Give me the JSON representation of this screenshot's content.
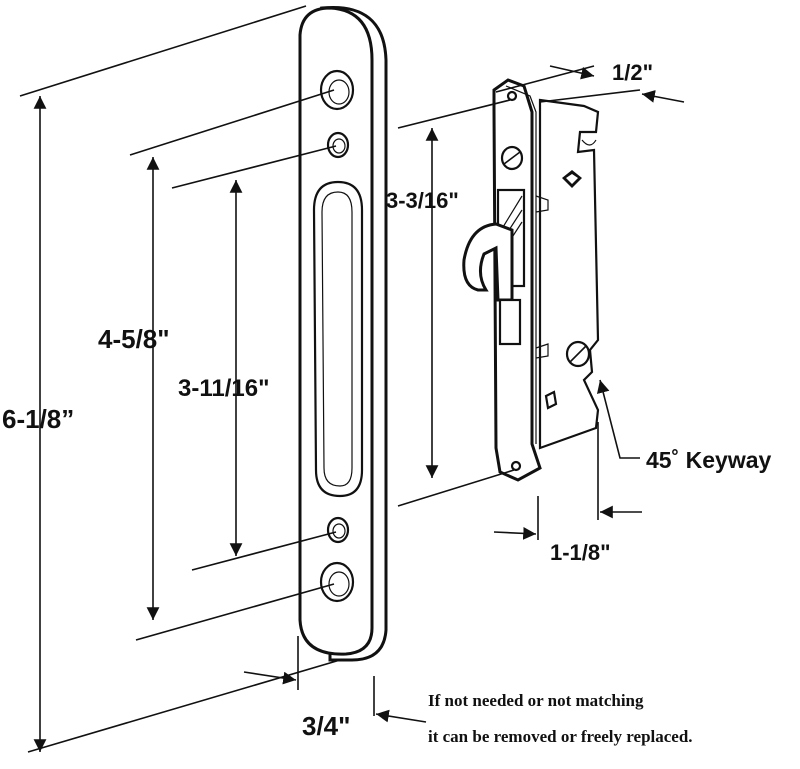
{
  "dimensions": {
    "overall_height": "6-1/8”",
    "hole_spacing_outer": "4-5/8\"",
    "hole_spacing_inner": "3-11/16\"",
    "plate_width": "3/4\"",
    "latch_height": "3-3/16\"",
    "latch_thickness": "1/2\"",
    "latch_depth": "1-1/8\""
  },
  "callouts": {
    "keyway": "45˚ Keyway"
  },
  "note": {
    "line1": "If not needed or not matching",
    "line2": "it can be removed or freely replaced."
  },
  "colors": {
    "ink": "#111111",
    "background": "#ffffff"
  }
}
